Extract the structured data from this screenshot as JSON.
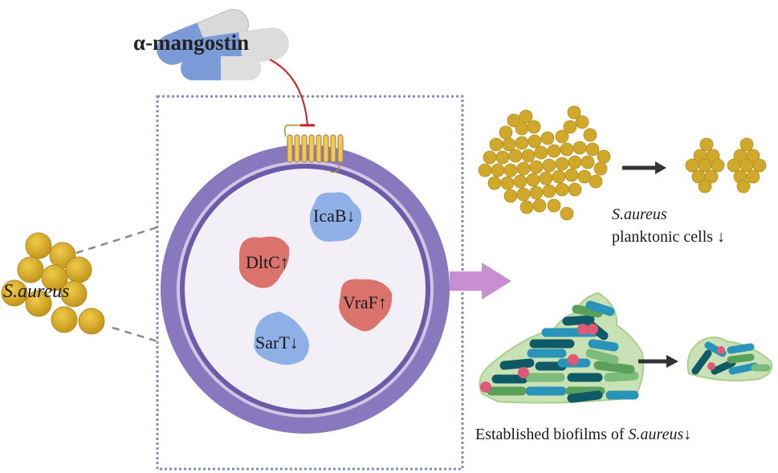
{
  "drug": {
    "label": "α-mangostin"
  },
  "organism": {
    "label": "S.aureus"
  },
  "proteins": [
    {
      "name": "IcaB",
      "arrow": "↓",
      "regulation": "down",
      "color": "#8fb0e6"
    },
    {
      "name": "DltC",
      "arrow": "↑",
      "regulation": "up",
      "color": "#d9736c"
    },
    {
      "name": "VraF",
      "arrow": "↑",
      "regulation": "up",
      "color": "#d9736c"
    },
    {
      "name": "SarT",
      "arrow": "↓",
      "regulation": "down",
      "color": "#8fb0e6"
    }
  ],
  "outcomes": {
    "planktonic": {
      "species": "S.aureus",
      "label": "planktonic cells ↓"
    },
    "biofilm": {
      "label": "Established biofilms of ",
      "species": "S.aureus",
      "arrow": "↓"
    }
  },
  "colors": {
    "cell_wall": "#8a78bf",
    "cell_inner": "#f1eff6",
    "inhibit_line": "#cc1f2a",
    "big_arrow": "#c78fd0",
    "coccus": "#d4a72c",
    "frame_dots": "#7f8fb8"
  }
}
